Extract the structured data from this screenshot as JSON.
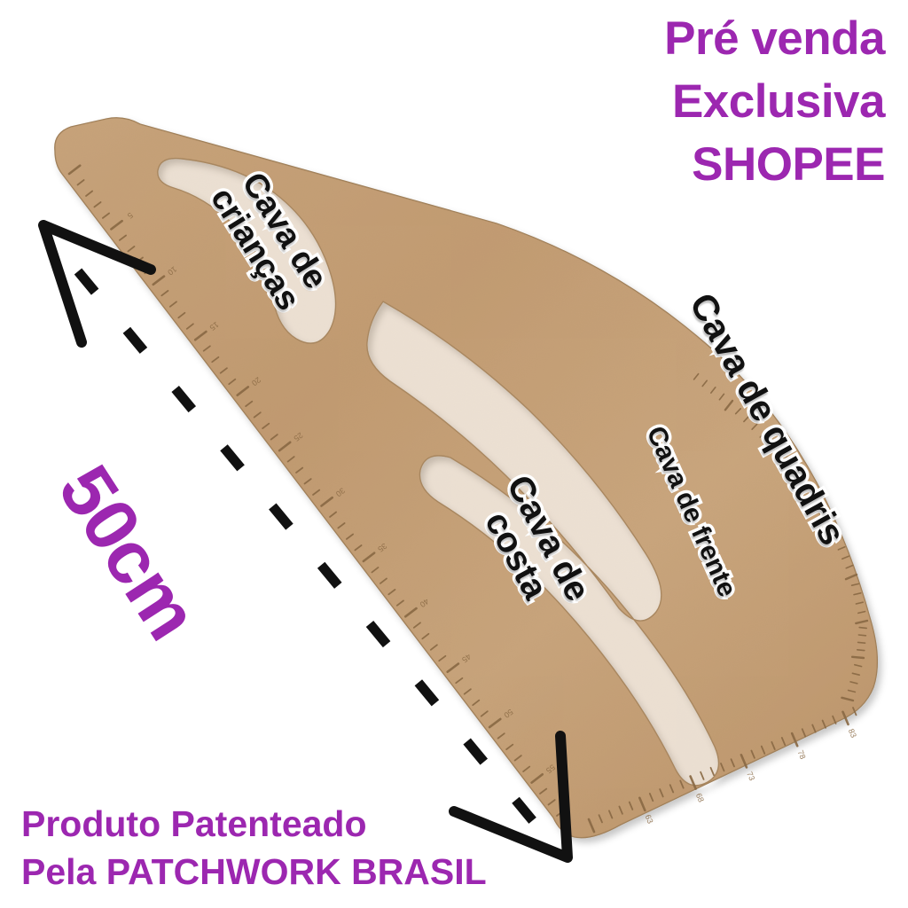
{
  "page": {
    "background_color": "#ffffff",
    "accent_purple": "#9c27b0",
    "wood_color": "#c19c73",
    "wood_shadow": "#a87f55",
    "outline_color": "#111111"
  },
  "promo": {
    "line1": "Pré venda",
    "line2": "Exclusiva",
    "line3": "SHOPEE"
  },
  "footer": {
    "line1": "Produto Patenteado",
    "line2": "Pela PATCHWORK BRASIL"
  },
  "measure": {
    "label": "50cm",
    "arrow_top": "arrow-up-left-icon",
    "arrow_bottom": "arrow-down-right-icon",
    "line_style": "dashed"
  },
  "ruler": {
    "material": "MDF wood curve ruler",
    "scale_edge": "ruler-tick-scale",
    "labels": [
      {
        "id": "criancas",
        "line1": "Cava de",
        "line2": "crianças"
      },
      {
        "id": "costa",
        "line1": "Cava de",
        "line2": "costa"
      },
      {
        "id": "frente",
        "line1": "Cava de frente",
        "line2": ""
      },
      {
        "id": "quadris",
        "line1": "Cava de quadris",
        "line2": ""
      }
    ]
  }
}
